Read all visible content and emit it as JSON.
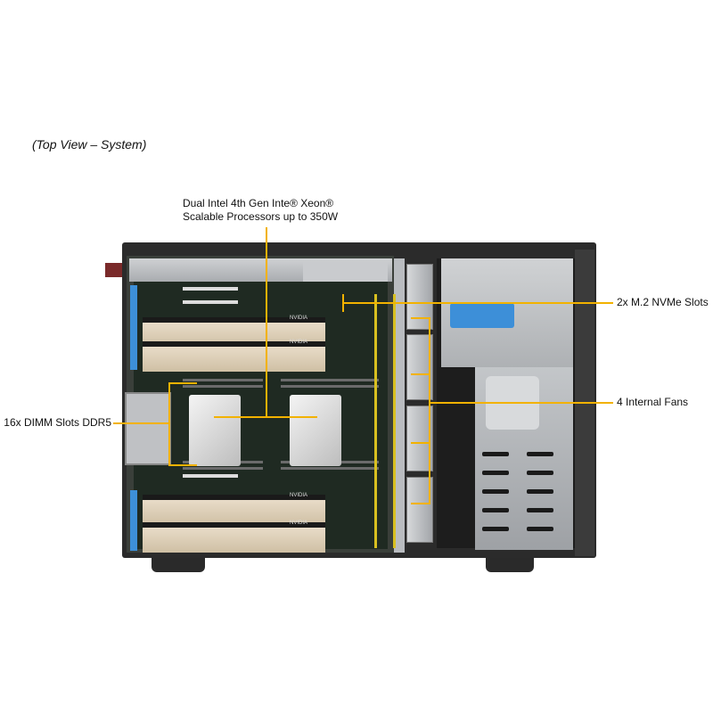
{
  "view_title": "(Top View – System)",
  "callouts": {
    "cpu": {
      "line1": "Dual Intel 4th Gen Inte® Xeon®",
      "line2": "Scalable Processors up to 350W"
    },
    "m2": "2x M.2 NVMe Slots",
    "fans": "4 Internal Fans",
    "dimm": "16x DIMM Slots DDR5"
  },
  "gpu_brand": "NVIDIA",
  "colors": {
    "leader_line": "#f2b200",
    "chassis": "#2b2b2b",
    "connector_blue": "#3d8fd8"
  }
}
